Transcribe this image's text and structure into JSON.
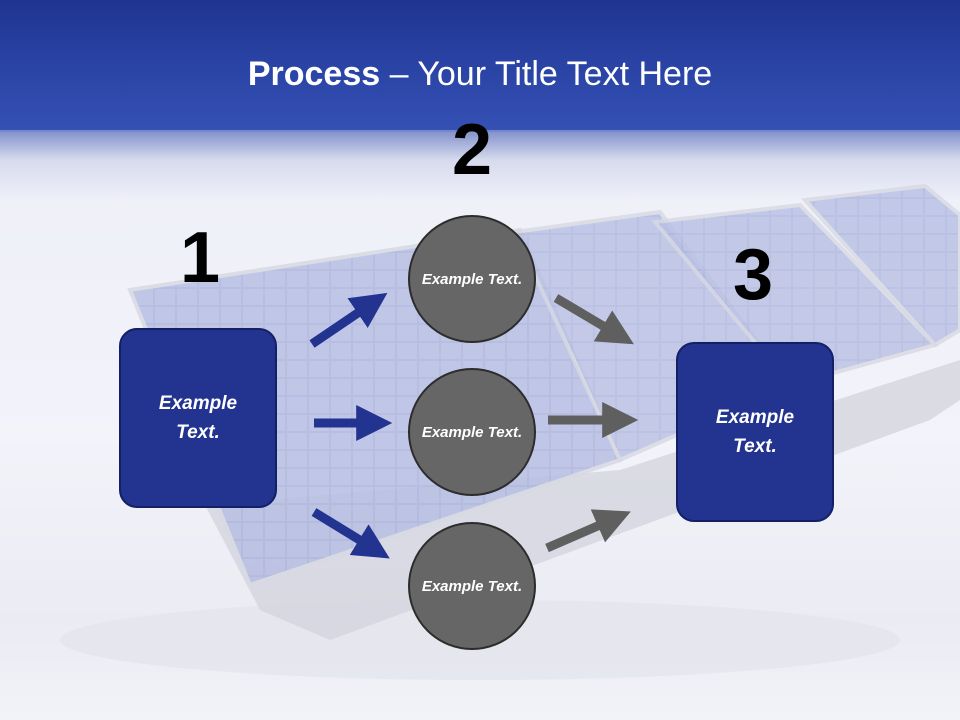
{
  "title": {
    "bold": "Process",
    "rest": " – Your Title Text Here"
  },
  "steps": {
    "one": "1",
    "two": "2",
    "three": "3"
  },
  "left_box": {
    "text": "Example Text."
  },
  "circles": [
    {
      "text": "Example Text."
    },
    {
      "text": "Example Text."
    },
    {
      "text": "Example Text."
    }
  ],
  "right_box": {
    "text": "Example Text."
  },
  "colors": {
    "header": "#2b45a7",
    "box": "#223390",
    "circle": "#666666",
    "arrow_blue": "#223390",
    "arrow_gray": "#5f5f5f"
  }
}
